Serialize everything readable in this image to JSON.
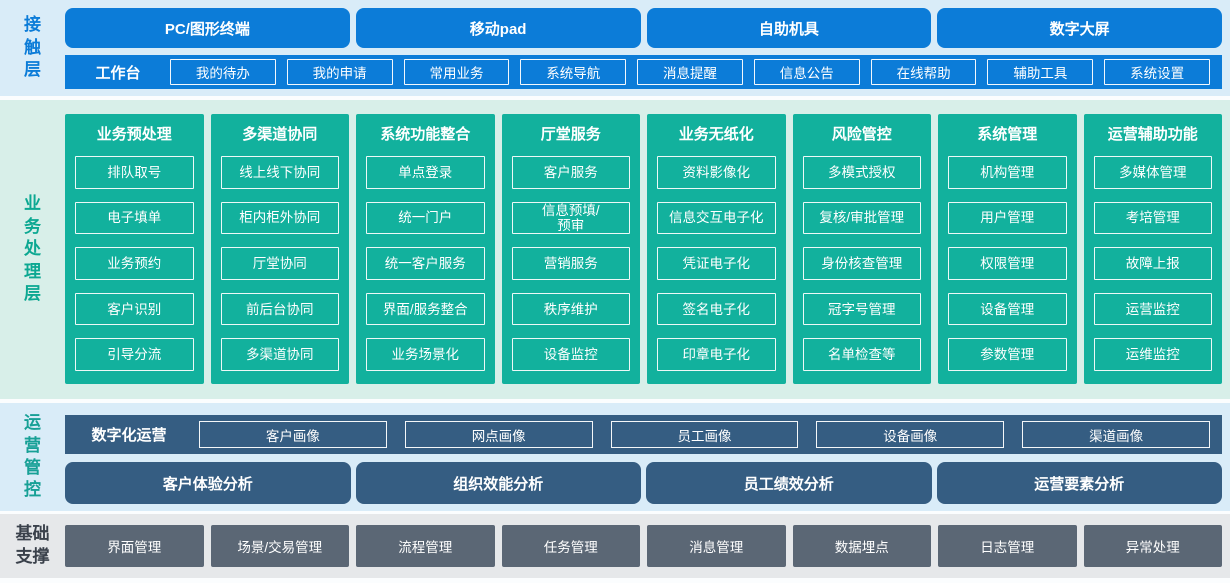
{
  "palette": {
    "blue": "#0c7cd8",
    "blue_band_bg": "#d9ecf8",
    "green": "#12b19d",
    "green_band_bg": "#d8efe9",
    "slate_blue": "#355d82",
    "gray_button": "#5b6775",
    "gray_band_bg": "#e6e8ea",
    "text_on_fill": "#ffffff"
  },
  "contact_layer": {
    "label": "接触层",
    "channels": [
      "PC/图形终端",
      "移动pad",
      "自助机具",
      "数字大屏"
    ],
    "workbench": {
      "label": "工作台",
      "items": [
        "我的待办",
        "我的申请",
        "常用业务",
        "系统导航",
        "消息提醒",
        "信息公告",
        "在线帮助",
        "辅助工具",
        "系统设置"
      ]
    }
  },
  "business_layer": {
    "label": "业务处理层",
    "columns": [
      {
        "title": "业务预处理",
        "items": [
          "排队取号",
          "电子填单",
          "业务预约",
          "客户识别",
          "引导分流"
        ]
      },
      {
        "title": "多渠道协同",
        "items": [
          "线上线下协同",
          "柜内柜外协同",
          "厅堂协同",
          "前后台协同",
          "多渠道协同"
        ]
      },
      {
        "title": "系统功能整合",
        "items": [
          "单点登录",
          "统一门户",
          "统一客户服务",
          "界面/服务整合",
          "业务场景化"
        ]
      },
      {
        "title": "厅堂服务",
        "items": [
          "客户服务",
          "信息预填/\n预审",
          "营销服务",
          "秩序维护",
          "设备监控"
        ]
      },
      {
        "title": "业务无纸化",
        "items": [
          "资料影像化",
          "信息交互电子化",
          "凭证电子化",
          "签名电子化",
          "印章电子化"
        ]
      },
      {
        "title": "风险管控",
        "items": [
          "多模式授权",
          "复核/审批管理",
          "身份核查管理",
          "冠字号管理",
          "名单检查等"
        ]
      },
      {
        "title": "系统管理",
        "items": [
          "机构管理",
          "用户管理",
          "权限管理",
          "设备管理",
          "参数管理"
        ]
      },
      {
        "title": "运营辅助功能",
        "items": [
          "多媒体管理",
          "考培管理",
          "故障上报",
          "运营监控",
          "运维监控"
        ]
      }
    ]
  },
  "operations_layer": {
    "label": "运营管控",
    "digital_ops": {
      "label": "数字化运营",
      "items": [
        "客户画像",
        "网点画像",
        "员工画像",
        "设备画像",
        "渠道画像"
      ]
    },
    "analysis": [
      "客户体验分析",
      "组织效能分析",
      "员工绩效分析",
      "运营要素分析"
    ]
  },
  "foundation_layer": {
    "label": "基础\n支撑",
    "items": [
      "界面管理",
      "场景/交易管理",
      "流程管理",
      "任务管理",
      "消息管理",
      "数据埋点",
      "日志管理",
      "异常处理"
    ]
  }
}
